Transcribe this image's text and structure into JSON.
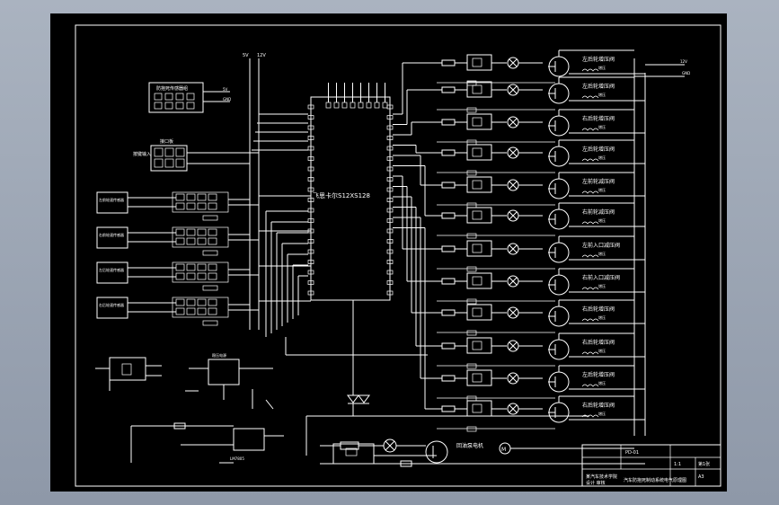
{
  "mcu": {
    "label": "飞思卡尔S12XS128"
  },
  "top_rails": {
    "left": "5V",
    "right": "12V"
  },
  "blocks": {
    "top_left": "防抱死传感器组",
    "keypad": "按键输入",
    "keypad_header": "接口板",
    "sensors": [
      "左前轮速传感器",
      "右前轮速传感器",
      "左后轮速传感器",
      "右后轮速传感器"
    ]
  },
  "right_rails": {
    "upper": "12V",
    "lower": "GND"
  },
  "valves": [
    "左后轮增压阀",
    "左后轮增压阀",
    "右后轮增压阀",
    "左后轮增压阀",
    "左前轮减压阀",
    "右前轮减压阀",
    "左前入口减压阀",
    "右前入口减压阀",
    "右后轮增压阀",
    "右后轮增压阀",
    "左后轮增压阀",
    "右后轮增压阀"
  ],
  "valve_sub": "增压",
  "pump": {
    "label": "回油泵电机",
    "motor": "M"
  },
  "regulator": {
    "label": "稳压电源",
    "chip": "LM7805"
  },
  "title_block": {
    "company": "某汽车技术学院",
    "author": "设计 审核",
    "drawing_title": "汽车防抱死制动系统电气原理图",
    "drawing_no": "PD-01",
    "scale": "1:1",
    "sheet": "第1张",
    "material": "A3"
  },
  "colors": {
    "background": "#000000",
    "line": "#ffffff",
    "frame": "#aab3c0"
  }
}
